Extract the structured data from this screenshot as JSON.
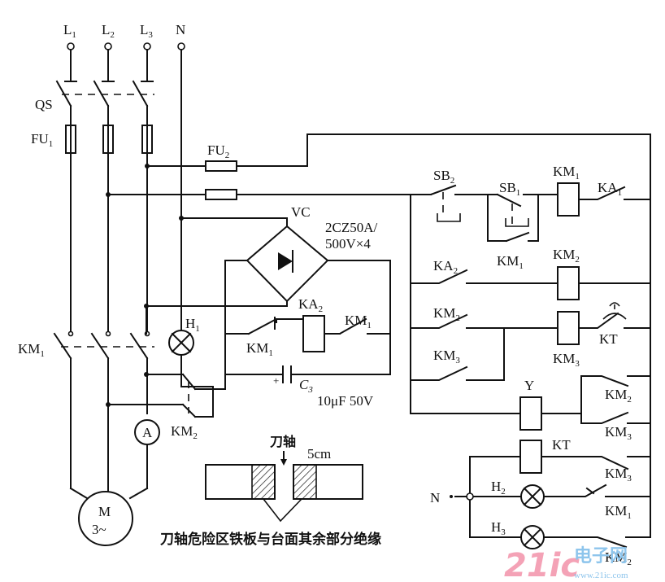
{
  "labels": {
    "l1": "L",
    "l1_sub": "1",
    "l2": "L",
    "l2_sub": "2",
    "l3": "L",
    "l3_sub": "3",
    "n_top": "N",
    "qs": "QS",
    "fu1": "FU",
    "fu1_sub": "1",
    "fu2": "FU",
    "fu2_sub": "2",
    "vc": "VC",
    "bridge_spec_line1": "2CZ50A/",
    "bridge_spec_line2": "500V×4",
    "km1_main": "KM",
    "km1_main_sub": "1",
    "h1": "H",
    "h1_sub": "1",
    "km1_nc": "KM",
    "km1_nc_sub": "1",
    "ka2_coil": "KA",
    "ka2_coil_sub": "2",
    "km1_no_left": "KM",
    "km1_no_left_sub": "1",
    "c3": "C",
    "c3_sub": "3",
    "c3_spec": "10μF 50V",
    "km2_brake": "KM",
    "km2_brake_sub": "2",
    "ammeter": "A",
    "motor_line1": "M",
    "motor_line2": "3~",
    "sb2": "SB",
    "sb2_sub": "2",
    "sb1": "SB",
    "sb1_sub": "1",
    "km1_coil": "KM",
    "km1_coil_sub": "1",
    "ka1": "KA",
    "ka1_sub": "1",
    "km1_hold": "KM",
    "km1_hold_sub": "1",
    "ka2_contact": "KA",
    "ka2_contact_sub": "2",
    "km2_coil": "KM",
    "km2_coil_sub": "2",
    "km2_contact": "KM",
    "km2_contact_sub": "2",
    "kt_contact": "KT",
    "km3_contact": "KM",
    "km3_contact_sub": "3",
    "km3_coil": "KM",
    "km3_coil_sub": "3",
    "y_coil": "Y",
    "km2_y": "KM",
    "km2_y_sub": "2",
    "km3_y": "KM",
    "km3_y_sub": "3",
    "kt_coil": "KT",
    "km3_kt": "KM",
    "km3_kt_sub": "3",
    "n_right": "N",
    "h2": "H",
    "h2_sub": "2",
    "km1_h2": "KM",
    "km1_h2_sub": "1",
    "h3": "H",
    "h3_sub": "3",
    "km2_h3": "KM",
    "km2_h3_sub": "2",
    "knife_shaft": "刀轴",
    "gap": "5cm",
    "caption": "刀轴危险区铁板与台面其余部分绝缘"
  },
  "watermark": {
    "brand": "21ic",
    "cn": "电子网",
    "url": "www.21ic.com"
  },
  "colors": {
    "line": "#111111",
    "watermark_pink": "#f4a2b6",
    "watermark_blue": "#8ec5ec"
  }
}
